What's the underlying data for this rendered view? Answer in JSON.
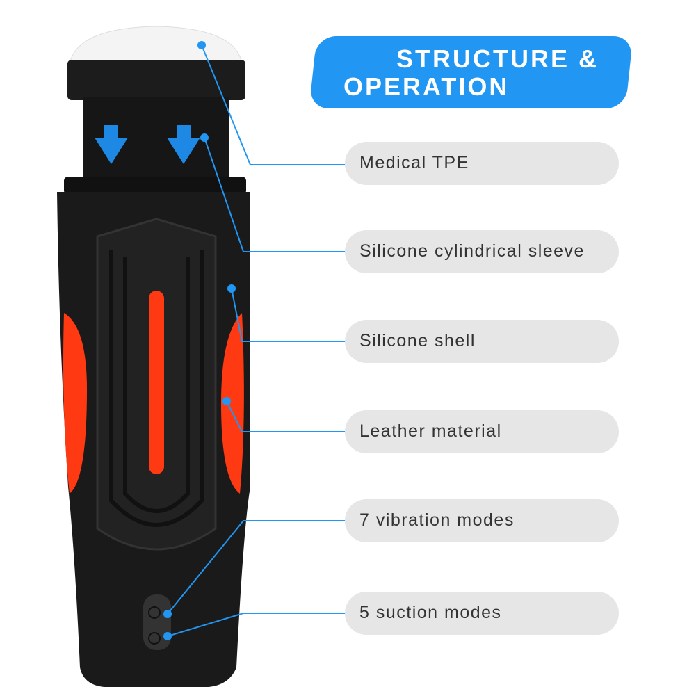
{
  "header": {
    "line1": "STRUCTURE &",
    "line2": "OPERATION"
  },
  "labels": [
    {
      "text": "Medical TPE"
    },
    {
      "text": "Silicone cylindrical sleeve"
    },
    {
      "text": "Silicone shell"
    },
    {
      "text": "Leather material"
    },
    {
      "text": "7 vibration modes"
    },
    {
      "text": "5 suction modes"
    }
  ],
  "colors": {
    "accent": "#2196f3",
    "body": "#1a1a1a",
    "grip": "#ff3a12",
    "pill": "#e6e6e6"
  }
}
